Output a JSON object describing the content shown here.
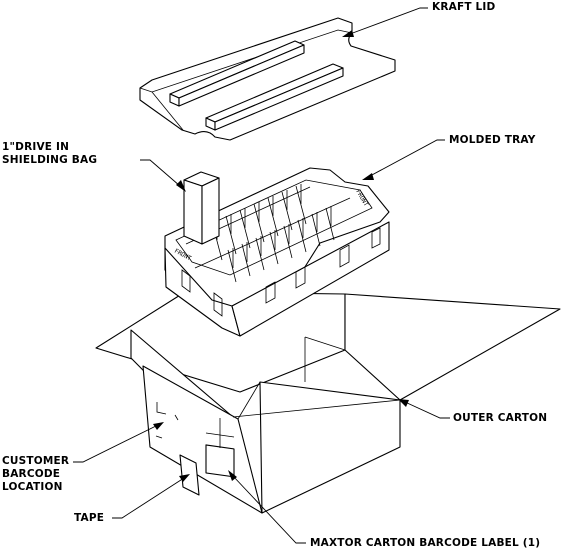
{
  "labels": {
    "kraft_lid": "KRAFT LID",
    "drive_line1": "1\"DRIVE IN",
    "drive_line2": "SHIELDING BAG",
    "molded_tray": "MOLDED TRAY",
    "outer_carton": "OUTER CARTON",
    "customer_line1": "CUSTOMER",
    "customer_line2": "BARCODE",
    "customer_line3": "LOCATION",
    "tape": "TAPE",
    "maxtor_label": "MAXTOR CARTON BARCODE LABEL (1)"
  },
  "tray_marking": "FRONT"
}
